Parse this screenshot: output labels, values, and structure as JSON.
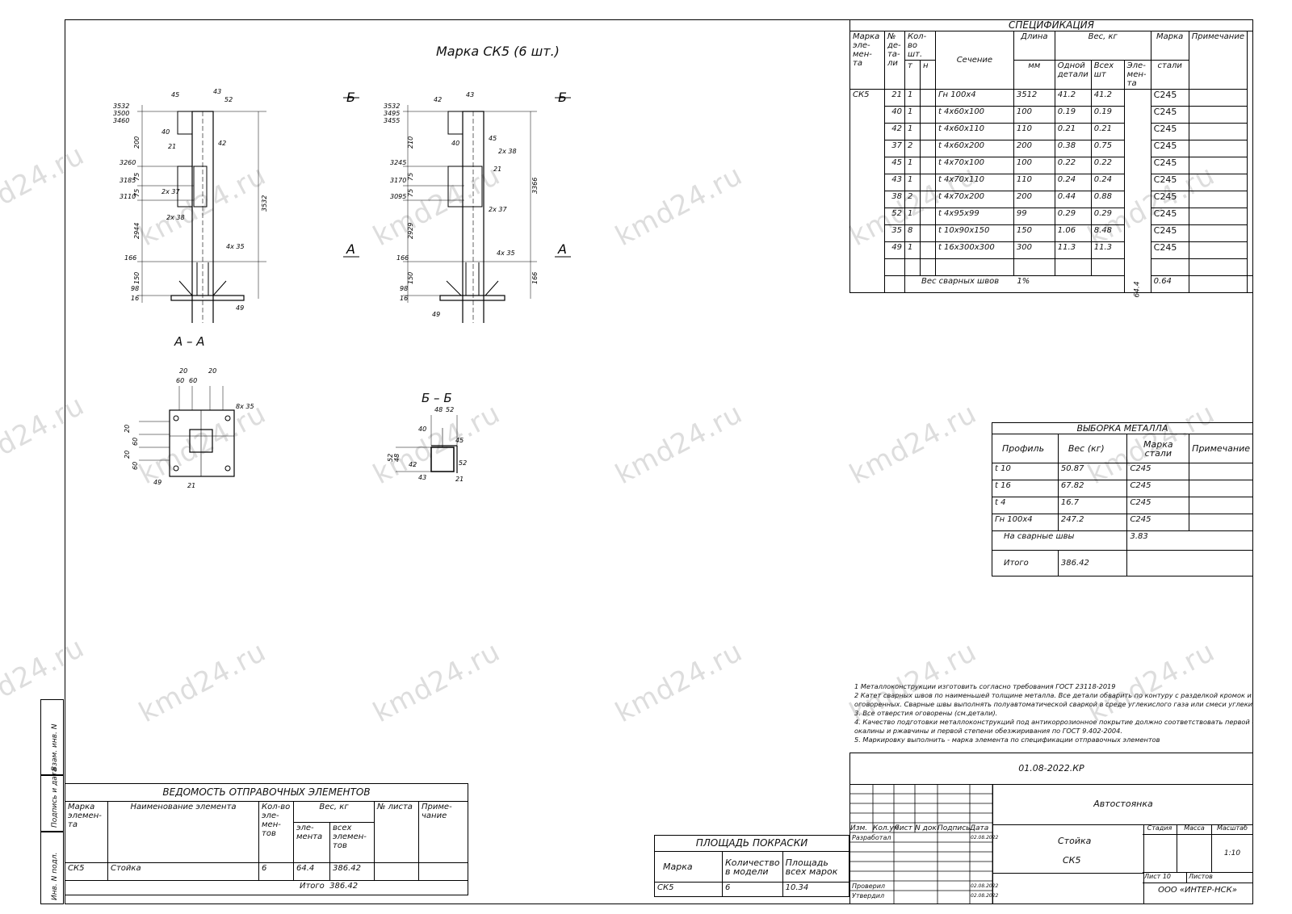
{
  "sheet_title": "Марка СК5 (6 шт.)",
  "views": {
    "section_aa": "А – А",
    "section_bb": "Б – Б",
    "cut_a": "А",
    "cut_b": "Б",
    "front": {
      "elevations": [
        "3532",
        "3500",
        "3460",
        "3260",
        "3185",
        "3110",
        "166",
        "98",
        "16"
      ],
      "dims": [
        "200",
        "75",
        "75",
        "2944",
        "150",
        "3532"
      ],
      "callouts": [
        "45",
        "43",
        "52",
        "40",
        "21",
        "42",
        "2x 37",
        "2x 38",
        "4x 35",
        "49"
      ]
    },
    "side": {
      "elevations": [
        "3532",
        "3495",
        "3455",
        "3245",
        "3170",
        "3095",
        "166",
        "98",
        "16"
      ],
      "dims": [
        "210",
        "75",
        "75",
        "2929",
        "150",
        "3366",
        "166"
      ],
      "callouts": [
        "42",
        "43",
        "40",
        "45",
        "2x 38",
        "21",
        "2x 37",
        "4x 35",
        "49"
      ]
    },
    "aa": {
      "dims_top": [
        "20",
        "60",
        "60",
        "20"
      ],
      "dims_left": [
        "20",
        "60",
        "20",
        "60"
      ],
      "callouts": [
        "8x 35",
        "49",
        "21"
      ]
    },
    "bb": {
      "dims_top": [
        "48",
        "52"
      ],
      "dims_left": [
        "52",
        "48"
      ],
      "callouts": [
        "40",
        "45",
        "42",
        "52",
        "43",
        "21"
      ]
    }
  },
  "spec": {
    "title": "СПЕЦИФИКАЦИЯ",
    "headers": {
      "mark": "Марка эле- мен- та",
      "detail": "№ де- та- ли",
      "qty": "Кол-во шт.",
      "qty_t": "т",
      "qty_n": "н",
      "section": "Сечение",
      "length": "Длина",
      "length_unit": "мм",
      "weight": "Вес, кг",
      "w_one": "Одной детали",
      "w_all": "Всех шт",
      "w_el": "Эле- мен- та",
      "steel": "Марка",
      "steel2": "стали",
      "note": "Примечание"
    },
    "element_mark": "СК5",
    "element_weight": "64.4",
    "rows": [
      {
        "no": "21",
        "qty": "1",
        "sec": "Гн   100х4",
        "len": "3512",
        "one": "41.2",
        "all": "41.2",
        "steel": "С245"
      },
      {
        "no": "40",
        "qty": "1",
        "sec": "t  4х60х100",
        "len": "100",
        "one": "0.19",
        "all": "0.19",
        "steel": "С245"
      },
      {
        "no": "42",
        "qty": "1",
        "sec": "t  4х60х110",
        "len": "110",
        "one": "0.21",
        "all": "0.21",
        "steel": "С245"
      },
      {
        "no": "37",
        "qty": "2",
        "sec": "t  4х60х200",
        "len": "200",
        "one": "0.38",
        "all": "0.75",
        "steel": "С245"
      },
      {
        "no": "45",
        "qty": "1",
        "sec": "t  4х70х100",
        "len": "100",
        "one": "0.22",
        "all": "0.22",
        "steel": "С245"
      },
      {
        "no": "43",
        "qty": "1",
        "sec": "t  4х70х110",
        "len": "110",
        "one": "0.24",
        "all": "0.24",
        "steel": "С245"
      },
      {
        "no": "38",
        "qty": "2",
        "sec": "t  4х70х200",
        "len": "200",
        "one": "0.44",
        "all": "0.88",
        "steel": "С245"
      },
      {
        "no": "52",
        "qty": "1",
        "sec": "t  4х95х99",
        "len": "99",
        "one": "0.29",
        "all": "0.29",
        "steel": "С245"
      },
      {
        "no": "35",
        "qty": "8",
        "sec": "t  10х90х150",
        "len": "150",
        "one": "1.06",
        "all": "8.48",
        "steel": "С245"
      },
      {
        "no": "49",
        "qty": "1",
        "sec": "t  16х300х300",
        "len": "300",
        "one": "11.3",
        "all": "11.3",
        "steel": "С245"
      }
    ],
    "weld_label": "Вес сварных швов",
    "weld_pct": "1%",
    "weld_value": "0.64"
  },
  "metal": {
    "title": "ВЫБОРКА МЕТАЛЛА",
    "headers": {
      "profile": "Профиль",
      "weight": "Вес (кг)",
      "steel": "Марка стали",
      "note": "Примечание"
    },
    "rows": [
      {
        "profile": "t  10",
        "weight": "50.87",
        "steel": "С245"
      },
      {
        "profile": "t  16",
        "weight": "67.82",
        "steel": "С245"
      },
      {
        "profile": "t  4",
        "weight": "16.7",
        "steel": "С245"
      },
      {
        "profile": "Гн   100х4",
        "weight": "247.2",
        "steel": "С245"
      }
    ],
    "welds_label": "На сварные швы",
    "welds_value": "3.83",
    "total_label": "Итого",
    "total_value": "386.42"
  },
  "notes": [
    "1  Металлоконструкции изготовить согласно требования ГОСТ 23118-2019",
    "2  Катет сварных швов по наименьшей толщине металла. Все детали обварить по контуру с разделкой кромок и полным проваром кроме",
    "оговоренных. Сварные швы выполнять полуавтоматической сваркой в среде углекислого газа или смеси углекислого газа с аргоном.",
    "3. Все отверстия оговорены (см.детали).",
    "4. Качество подготовки металлоконструкций под антикоррозионное покрытие должно соответствовать первой степени очистки от",
    "окалины и  ржавчины и первой степени обезжиривания по ГОСТ 9.402-2004.",
    "5. Маркировку выполнить - марка элемента по спецификации отправочных элементов"
  ],
  "shipping": {
    "title": "ВЕДОМОСТЬ ОТПРАВОЧНЫХ ЭЛЕМЕНТОВ",
    "headers": {
      "mark": "Марка элемен- та",
      "name": "Наименование элемента",
      "qty": "Кол-во эле- мен- тов",
      "weight": "Вес, кг",
      "w_el": "эле- мента",
      "w_all": "всех элемен- тов",
      "sheet": "№ листа",
      "note": "Приме- чание"
    },
    "row": {
      "mark": "СК5",
      "name": "Стойка",
      "qty": "6",
      "w_el": "64.4",
      "w_all": "386.42"
    },
    "total_label": "Итого",
    "total_value": "386.42"
  },
  "paint": {
    "title": "ПЛОЩАДЬ ПОКРАСКИ",
    "headers": {
      "mark": "Марка",
      "count": "Количество в модели",
      "area": "Площадь всех марок"
    },
    "row": {
      "mark": "СК5",
      "count": "6",
      "area": "10.34"
    }
  },
  "title_block": {
    "code": "01.08-2022.КР",
    "object": "Автостоянка",
    "part": "Стойка",
    "mark": "СК5",
    "cols": [
      "Изм.",
      "Кол.уч",
      "Лист",
      "N док",
      "Подпись",
      "Дата"
    ],
    "roles": [
      {
        "role": "Разработал",
        "date": "02.08.2022"
      },
      {
        "role": "Проверил",
        "date": "02.08.2022"
      },
      {
        "role": "Утвердил",
        "date": "02.08.2022"
      }
    ],
    "stage": "Стадия",
    "mass": "Масса",
    "scale": "Масштаб",
    "scale_value": "1:10",
    "sheet": "Лист 10",
    "sheets": "Листов",
    "company": "ООО «ИНТЕР-НСК»"
  },
  "side_stamp": [
    "Взам. инв. N",
    "Подпись и дата",
    "Инв. N подл."
  ],
  "watermark": "kmd24.ru"
}
